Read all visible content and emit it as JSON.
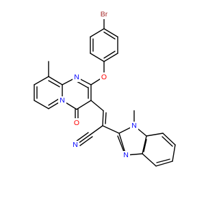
{
  "structure": {
    "atom_labels": {
      "br": "Br",
      "o_ether": "O",
      "n_pyrimidine": "N",
      "n_bridgehead": "N",
      "o_carbonyl": "O",
      "n_nitrile": "N",
      "n_imidazole_methyl": "N",
      "n_imidazole": "N"
    },
    "colors": {
      "bond": "#000000",
      "carbon": "#000000",
      "bromine": "#a52a2a",
      "oxygen": "#ff0000",
      "nitrogen": "#0000ff"
    }
  }
}
